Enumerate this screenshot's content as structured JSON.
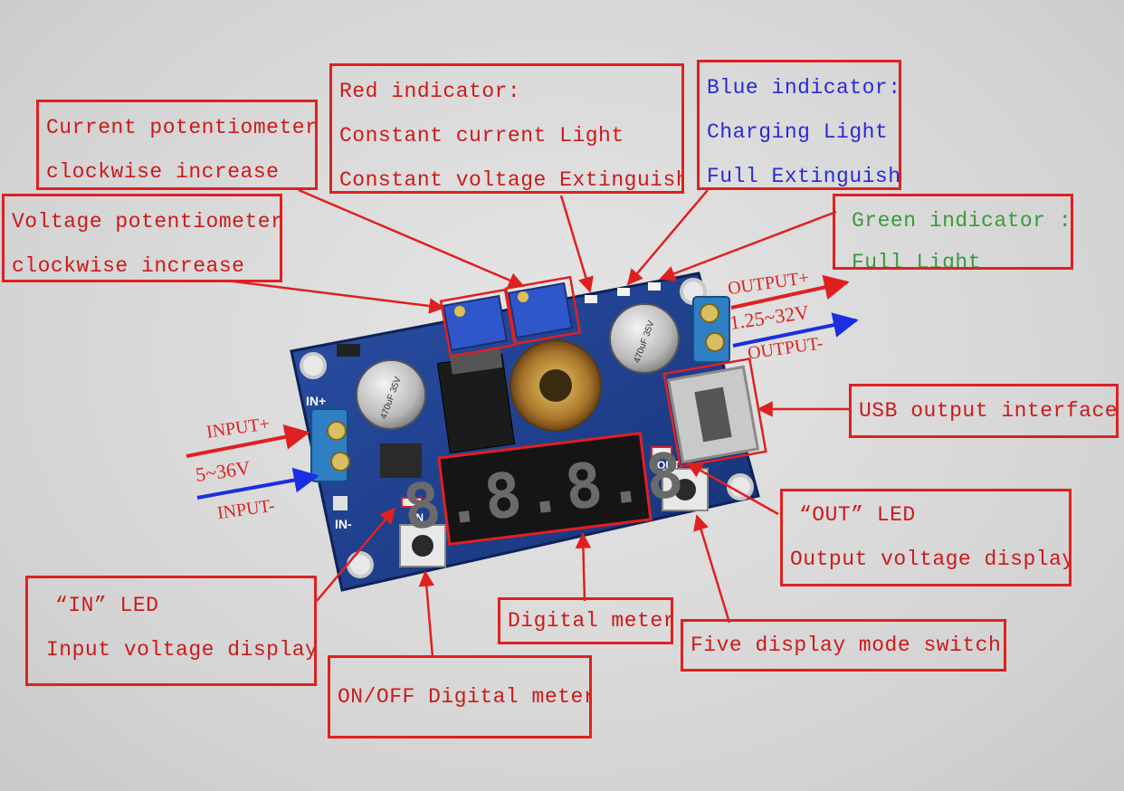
{
  "callouts": {
    "current_pot": {
      "line1": "Current potentiometer",
      "line2": "clockwise increase"
    },
    "voltage_pot": {
      "line1": "Voltage potentiometer",
      "line2": "clockwise increase"
    },
    "red_indicator": {
      "line1": "Red indicator:",
      "line2": "Constant current Light",
      "line3": "Constant voltage Extinguish"
    },
    "blue_indicator": {
      "line1": "Blue indicator:",
      "line2": "Charging Light",
      "line3": "Full Extinguish"
    },
    "green_indicator": {
      "line1": "Green indicator :",
      "line2": "Full Light"
    },
    "usb_output": {
      "text": "USB output interface"
    },
    "out_led": {
      "line1": "“OUT” LED",
      "line2": "Output voltage display"
    },
    "in_led": {
      "line1": "“IN” LED",
      "line2": "Input voltage display"
    },
    "digital_meter": {
      "text": "Digital meter"
    },
    "mode_switch": {
      "text": "Five display mode switch"
    },
    "onoff_meter": {
      "text": "ON/OFF Digital meter"
    }
  },
  "wire_labels": {
    "input_plus": "INPUT+",
    "input_range": "5~36V",
    "input_minus": "INPUT-",
    "output_plus": "OUTPUT+",
    "output_range": "1.25~32V",
    "output_minus": "OUTPUT-"
  },
  "board": {
    "in_plus": "IN+",
    "in_minus": "IN-",
    "in_label": "IN",
    "out_label": "OUT",
    "display": "8.8.8.8",
    "cap_text": "470uF 35V"
  },
  "colors": {
    "callout_border": "#e02020",
    "callout_text_red": "#cc1a1a",
    "callout_text_blue": "#2a2ad8",
    "callout_text_green": "#3a9a3a",
    "pcb": "#1f3f8f",
    "arrow_red": "#e02020",
    "arrow_blue": "#1a2fe0"
  }
}
